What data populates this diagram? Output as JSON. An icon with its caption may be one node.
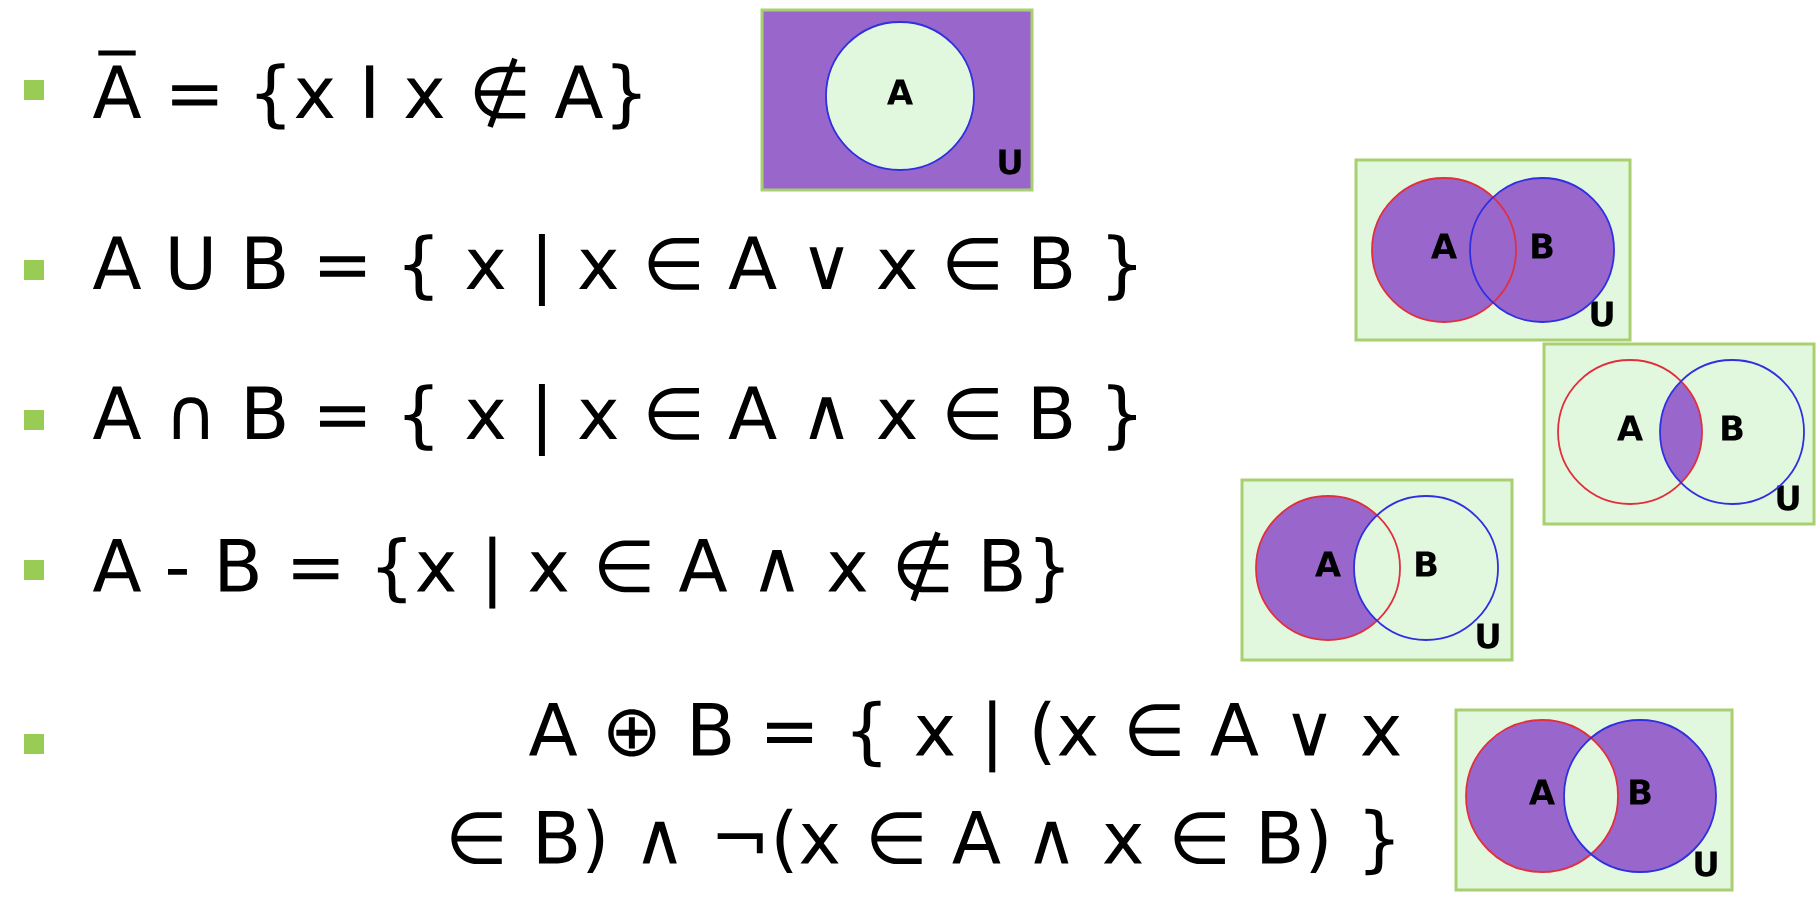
{
  "diagram": {
    "nodes": [
      {
        "text": [
          "U"
        ]
      },
      {
        "text": [
          "A"
        ],
        "in": 0
      },
      {
        "text": [
          "U"
        ]
      },
      {
        "text": [
          "A"
        ],
        "in": 2
      },
      {
        "text": [
          "B"
        ],
        "in": 2
      },
      {
        "text": [
          "U"
        ]
      },
      {
        "text": [
          "A"
        ],
        "in": 5
      },
      {
        "text": [
          "B"
        ],
        "in": 5
      },
      {
        "text": [
          "U"
        ]
      },
      {
        "text": [
          "A"
        ],
        "in": 8
      },
      {
        "text": [
          "B"
        ],
        "in": 8
      },
      {
        "text": [
          "U"
        ]
      },
      {
        "text": [
          "A"
        ],
        "in": 11
      },
      {
        "text": [
          "B"
        ],
        "in": 11
      }
    ],
    "labels": [
      "A̅ = {x I x ∉ A}",
      "A U B = { x | x ∈ A ∨ x ∈ B }",
      "A ∩ B = { x | x ∈ A ∧ x ∈ B }",
      "A - B = {x | x ∈ A ∧ x ∉ B}",
      "A ⊕ B = { x | (x ∈ A ∨ x ∈ B) ∧ ¬(x ∈ A ∧ x ∈ B) }"
    ]
  }
}
